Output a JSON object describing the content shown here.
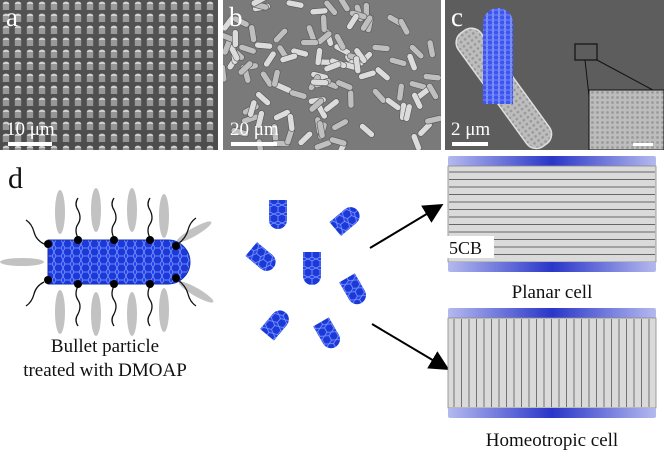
{
  "panels": {
    "a": {
      "label": "a",
      "scale": "10 μm"
    },
    "b": {
      "label": "b",
      "scale": "20 μm"
    },
    "c": {
      "label": "c",
      "scale": "2 μm"
    },
    "d": {
      "label": "d"
    }
  },
  "particle_caption_line1": "Bullet particle",
  "particle_caption_line2": "treated with DMOAP",
  "lc_label": "5CB",
  "planar_caption": "Planar cell",
  "homeotropic_caption": "Homeotropic cell",
  "colors": {
    "particle_blue": "#1f3fe0",
    "particle_light": "#5a78ff",
    "sem_gray": "#8a8a8a",
    "plate_blue": "#6b73d6",
    "lc_gray": "#d8d8d8"
  }
}
